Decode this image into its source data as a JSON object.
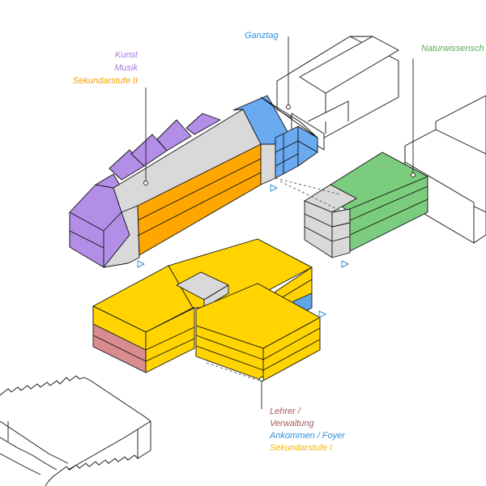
{
  "colors": {
    "kunst_musik": "#b28ee6",
    "sekundarstufe_2": "#ffa600",
    "ganztag": "#6aaaf0",
    "naturwissenschaften": "#7ccc7e",
    "lehrer_verwaltung": "#d98c8f",
    "ankommen_foyer": "#5fa8e8",
    "sekundarstufe_1": "#ffd400",
    "gray": "#d9d9d9",
    "line": "#111111"
  },
  "labels": {
    "kunst": "Kunst",
    "musik": "Musik",
    "sekundarstufe_2": "Sekundarstufe II",
    "ganztag": "Ganztag",
    "naturwissenschaften": "Naturwissensch",
    "lehrer_line1": "Lehrer /",
    "lehrer_line2": "Verwaltung",
    "ankommen": "Ankommen / Foyer",
    "sekundarstufe_1": "Sekundarstufe I"
  },
  "label_colors": {
    "kunst": "#a77ddf",
    "musik": "#a77ddf",
    "sekundarstufe_2": "#f5a000",
    "ganztag": "#2f8fdc",
    "naturwissenschaften": "#5aa85c",
    "lehrer": "#a25a5e",
    "ankommen": "#2f8fdc",
    "sekundarstufe_1": "#f5b800"
  }
}
